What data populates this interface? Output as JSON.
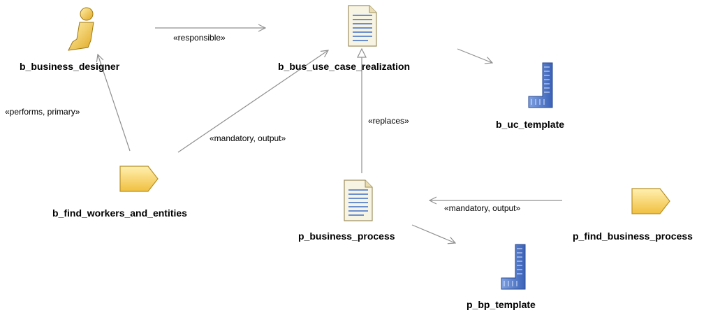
{
  "diagram": {
    "nodes": {
      "business_designer": {
        "label": "b_business_designer",
        "kind": "role"
      },
      "bus_use_case_realization": {
        "label": "b_bus_use_case_realization",
        "kind": "artifact"
      },
      "uc_template": {
        "label": "b_uc_template",
        "kind": "template"
      },
      "find_workers_and_entities": {
        "label": "b_find_workers_and_entities",
        "kind": "task"
      },
      "business_process": {
        "label": "p_business_process",
        "kind": "artifact"
      },
      "bp_template": {
        "label": "p_bp_template",
        "kind": "template"
      },
      "find_business_process": {
        "label": "p_find_business_process",
        "kind": "task"
      }
    },
    "edges": {
      "responsible": "«responsible»",
      "performs_primary": "«performs, primary»",
      "mandatory_output_left": "«mandatory, output»",
      "replaces": "«replaces»",
      "mandatory_output_right": "«mandatory, output»"
    },
    "colors": {
      "role_fill": "#f2c94c",
      "task_fill": "#f7d774",
      "task_stroke": "#b8902a",
      "doc_line": "#6a8fd0",
      "template_fill": "#4d74c8",
      "edge": "#909090"
    }
  }
}
